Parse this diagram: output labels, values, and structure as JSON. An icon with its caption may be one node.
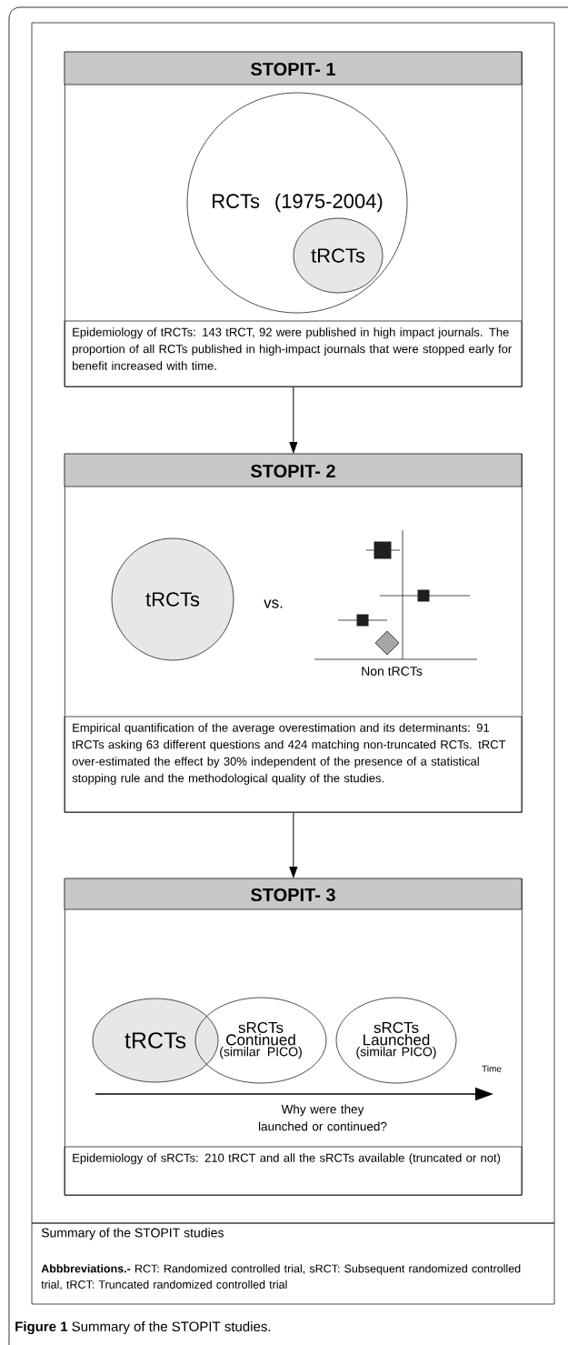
{
  "diagram": {
    "caption": "**Figure 1** Summary of the STOPIT studies.",
    "nodes": [
      {
        "text": [
          "STOPIT- 1",
          "Epidemiology of tRCTs: 143 tRCT, 92 were published in high impact journals. The proportion of all RCTs published in high-impact journals that were stopped early for benefit increased with time."
        ]
      },
      {
        "text": [
          "RCTs (1975-2004)"
        ],
        "in": 0
      },
      {
        "text": [
          "tRCTs"
        ],
        "in": 1
      },
      {
        "text": [
          "STOPIT- 2",
          "Empirical quantification of the average overestimation and its determinants: 91 tRCTs asking 63 different questions and 424 matching non-truncated RCTs. tRCT over-estimated the effect by 30% independent of the presence of a statistical stopping rule and the methodological quality of the studies."
        ]
      },
      {
        "text": [
          "tRCTs"
        ],
        "in": 3
      },
      {
        "text": [
          "STOPIT- 3",
          "Epidemiology of sRCTs: 210 tRCT and all the sRCTs available (truncated or not)"
        ]
      },
      {
        "text": [
          "tRCTs"
        ],
        "in": 5
      },
      {
        "text": [
          "sRCTs Continued",
          "(similar PICO)"
        ],
        "in": 5
      },
      {
        "text": [
          "sRCTs Launched",
          "(similar PICO)"
        ],
        "in": 5
      }
    ],
    "edges": [
      {
        "from": 0,
        "to": 3,
        "arrow": "to"
      },
      {
        "from": 3,
        "to": 5,
        "arrow": "to"
      }
    ],
    "labels": [
      "vs.",
      "Non tRCTs",
      "Time",
      "Why were they launched or continued?",
      "Summary of the STOPIT studies",
      "**Abbbreviations.-** RCT: Randomized controlled trial, sRCT: Subsequent randomized controlled trial, tRCT: Truncated randomized controlled trial"
    ]
  }
}
